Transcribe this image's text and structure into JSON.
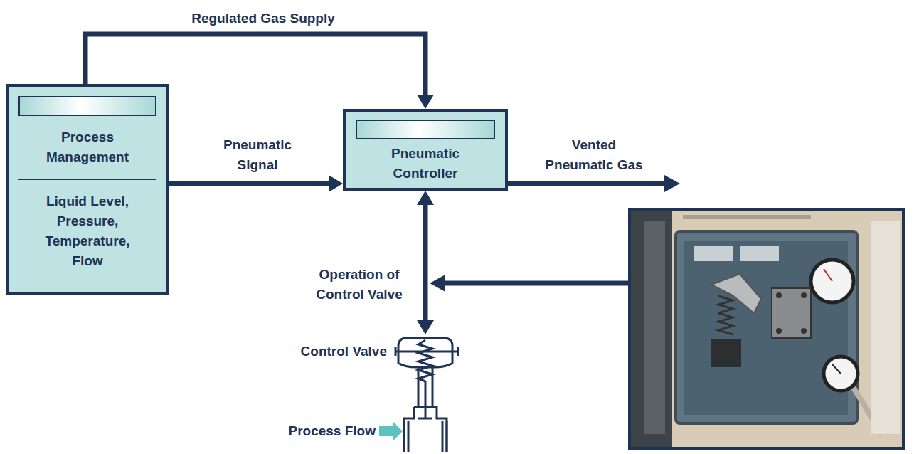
{
  "diagram": {
    "nodes": [
      {
        "text": [
          "Process Management",
          "Liquid Level, Pressure, Temperature, Flow"
        ]
      },
      {
        "text": [
          "Pneumatic Controller"
        ]
      },
      {
        "text": [
          "Control Valve"
        ]
      }
    ],
    "edges": [
      {
        "from": 0,
        "to": 1,
        "label": "Regulated Gas Supply",
        "arrow": "to"
      },
      {
        "from": 0,
        "to": 1,
        "label": "Pneumatic Signal",
        "arrow": "to"
      },
      {
        "from": 1,
        "to": 2,
        "label": "Operation of Control Valve",
        "arrow": "both"
      }
    ],
    "labels": [
      "Vented Pneumatic Gas",
      "Process Flow"
    ]
  }
}
